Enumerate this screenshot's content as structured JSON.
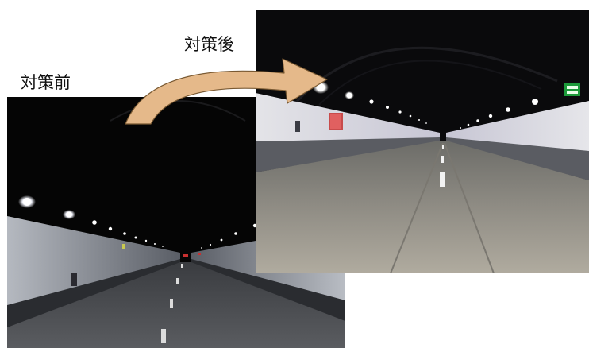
{
  "comparison": {
    "before_label": "対策前",
    "after_label": "対策後"
  },
  "colors": {
    "arrow_fill": "#e5b98a",
    "arrow_stroke": "#7a5a33",
    "before_dark": "#050505",
    "after_wall": "#e8e8ec"
  },
  "icons": {
    "arrow": "curved-arrow-right"
  }
}
